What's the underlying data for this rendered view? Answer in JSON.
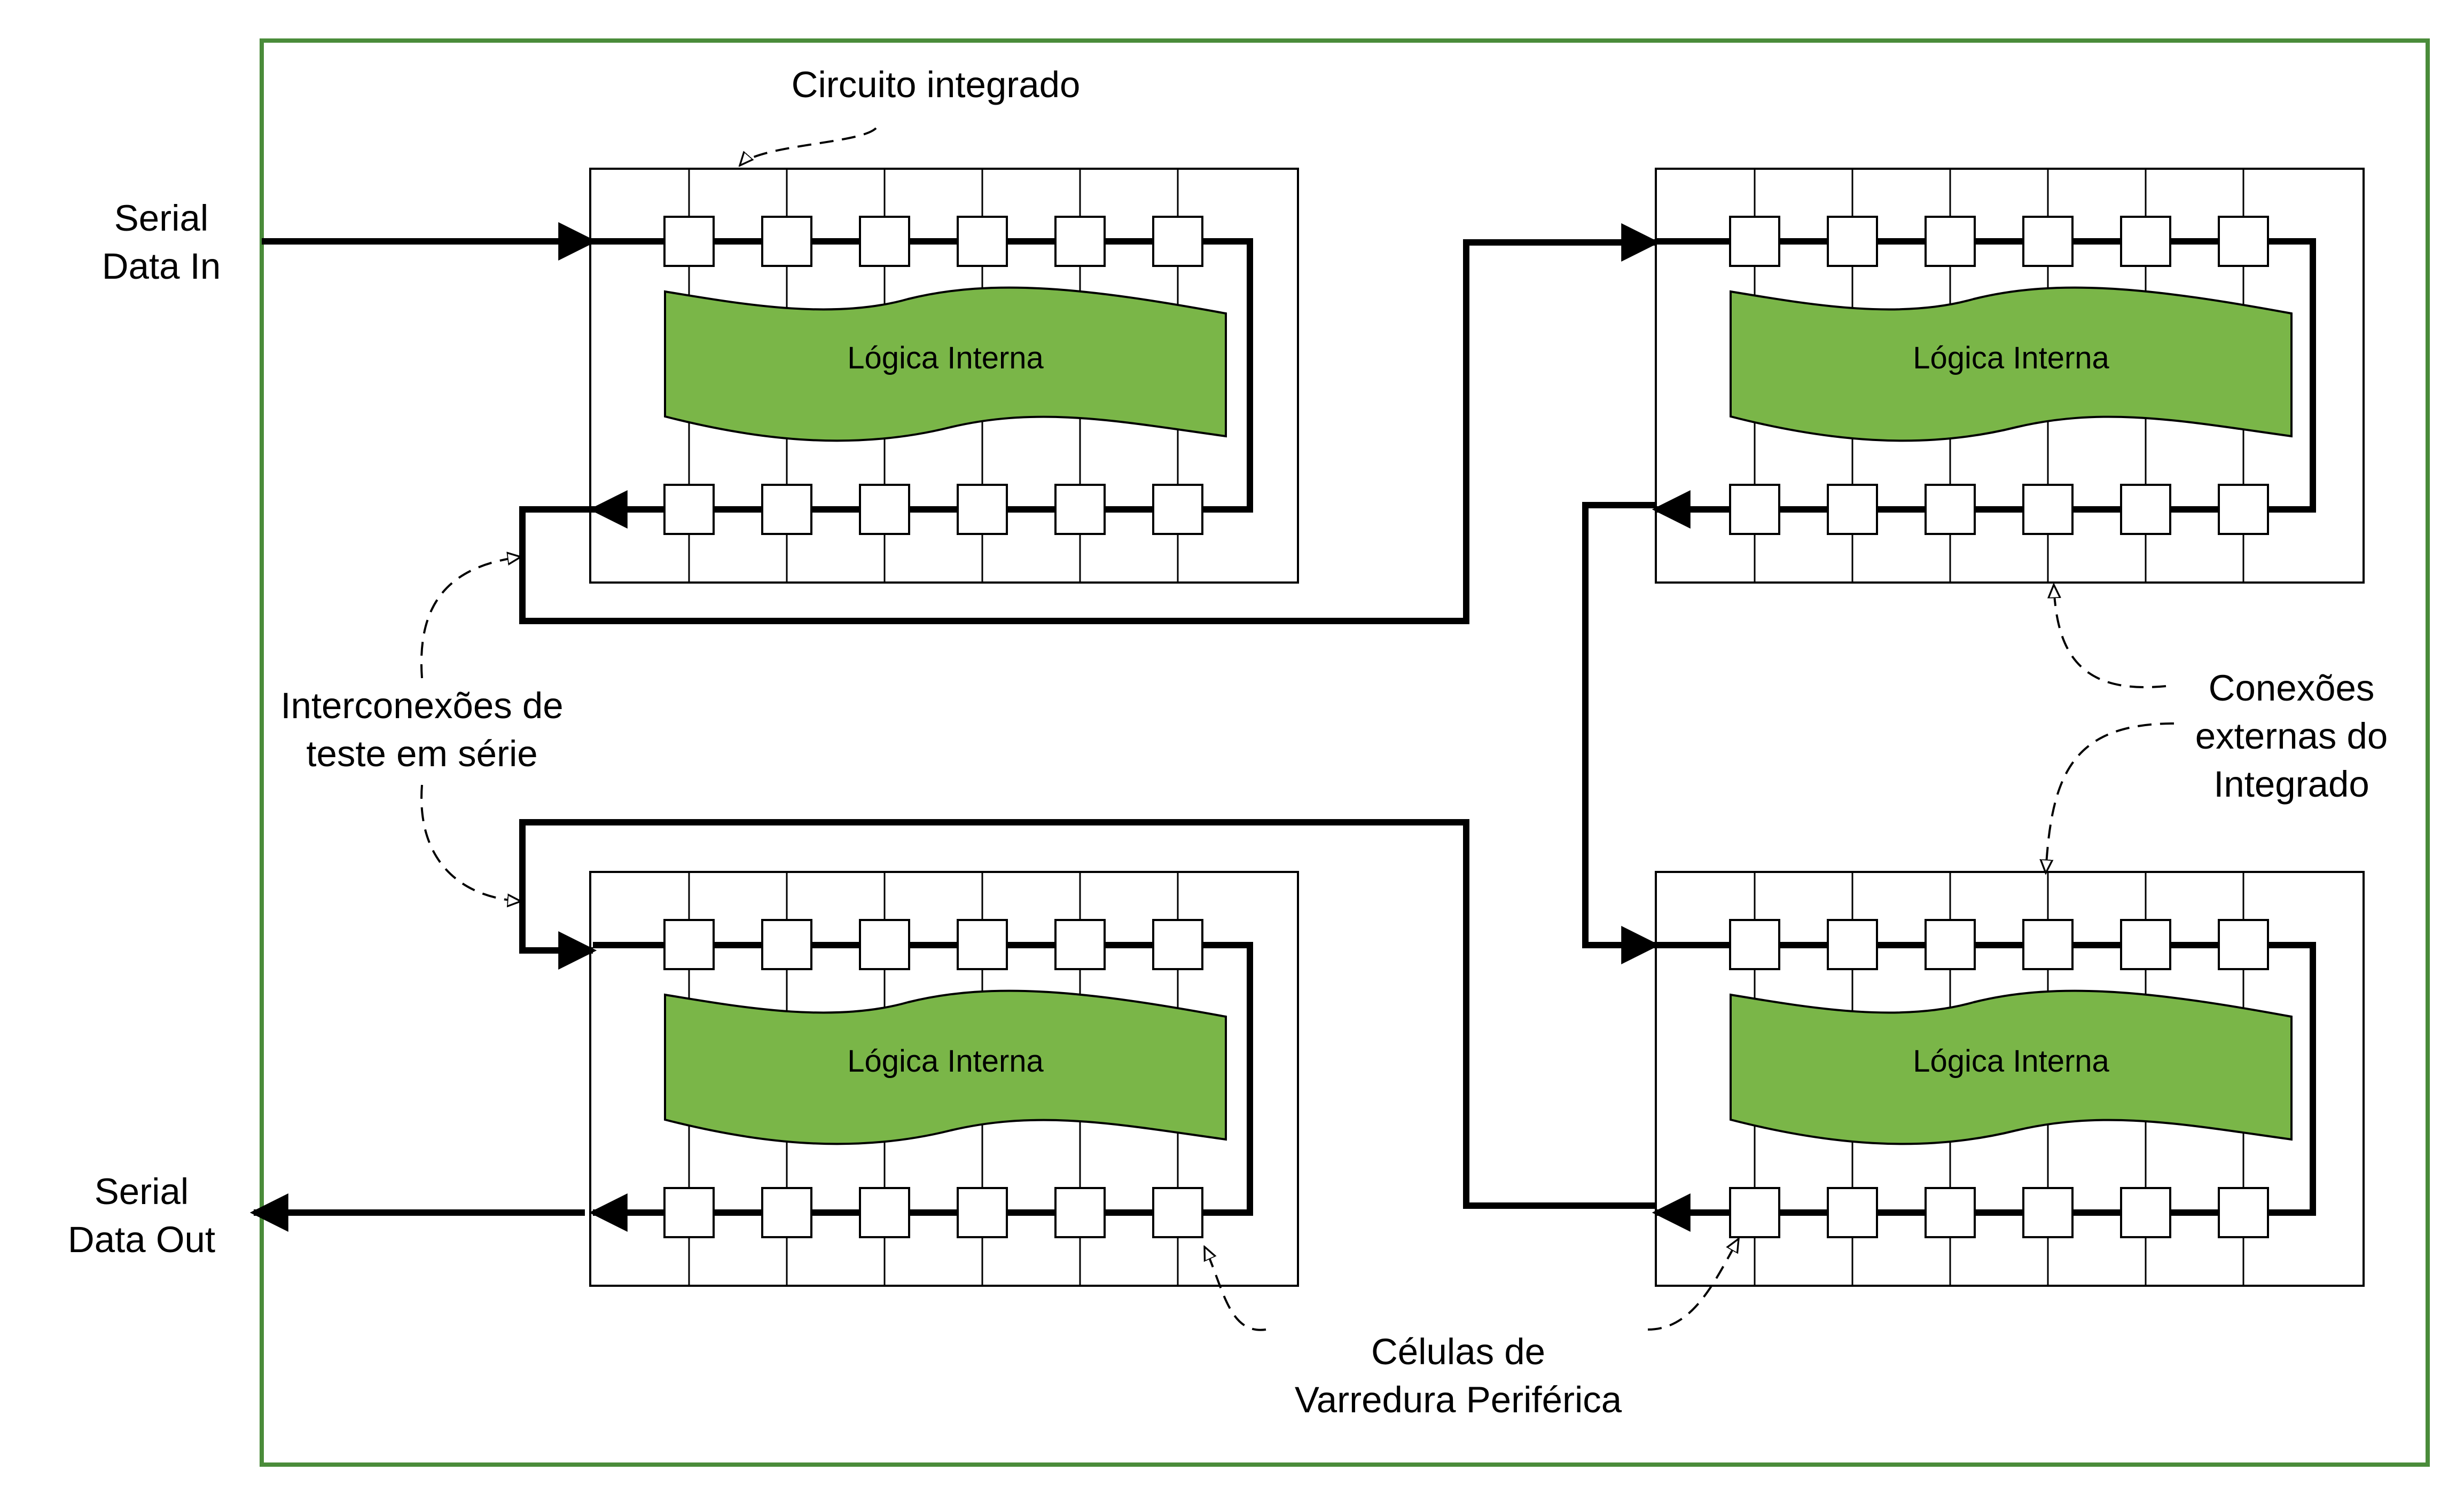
{
  "diagram": {
    "labels": {
      "serial_in_line1": "Serial",
      "serial_in_line2": "Data In",
      "serial_out_line1": "Serial",
      "serial_out_line2": "Data Out",
      "circuito": "Circuito integrado",
      "interconexoes_line1": "Interconexões de",
      "interconexoes_line2": "teste em série",
      "conexoes_line1": "Conexões",
      "conexoes_line2": "externas do",
      "conexoes_line3": "Integrado",
      "celulas_line1": "Células de",
      "celulas_line2": "Varredura Periférica"
    },
    "chips": [
      {
        "logic_label": "Lógica Interna"
      },
      {
        "logic_label": "Lógica Interna"
      },
      {
        "logic_label": "Lógica Interna"
      },
      {
        "logic_label": "Lógica Interna"
      }
    ],
    "colors": {
      "frame": "#4a8c3a",
      "logic_fill": "#7ab648",
      "stroke": "#000000"
    }
  }
}
